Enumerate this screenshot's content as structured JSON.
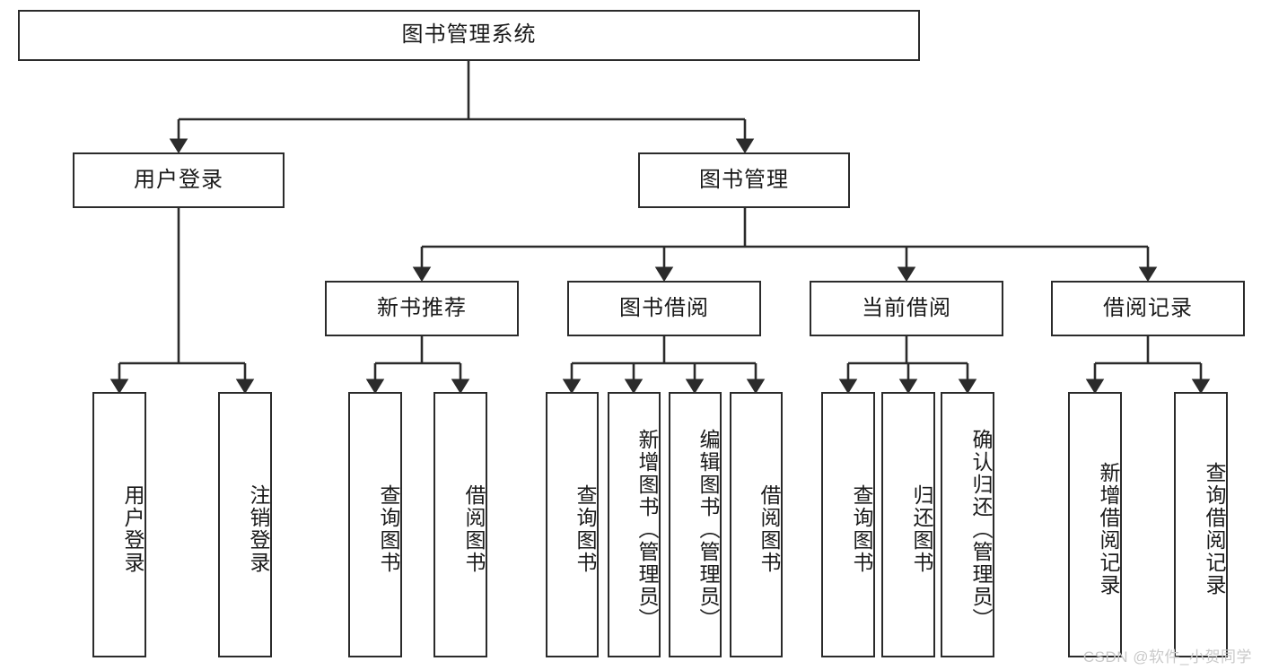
{
  "diagram": {
    "title": "图书管理系统",
    "type": "tree",
    "root": {
      "label": "图书管理系统"
    },
    "level2": [
      {
        "label": "用户登录"
      },
      {
        "label": "图书管理"
      }
    ],
    "level3": [
      {
        "label": "新书推荐",
        "parent": "图书管理"
      },
      {
        "label": "图书借阅",
        "parent": "图书管理"
      },
      {
        "label": "当前借阅",
        "parent": "图书管理"
      },
      {
        "label": "借阅记录",
        "parent": "图书管理"
      }
    ],
    "leaves": {
      "user_login": [
        {
          "label": "用户登录"
        },
        {
          "label": "注销登录"
        }
      ],
      "new_book": [
        {
          "label": "查询图书"
        },
        {
          "label": "借阅图书"
        }
      ],
      "book_borrow": [
        {
          "label": "查询图书"
        },
        {
          "label": "新增图书（管理员）"
        },
        {
          "label": "编辑图书（管理员）"
        },
        {
          "label": "借阅图书"
        }
      ],
      "current_borrow": [
        {
          "label": "查询图书"
        },
        {
          "label": "归还图书"
        },
        {
          "label": "确认归还（管理员）"
        }
      ],
      "borrow_record": [
        {
          "label": "新增借阅记录"
        },
        {
          "label": "查询借阅记录"
        }
      ]
    }
  },
  "watermark": {
    "text": "CSDN @软件_小贺同学"
  },
  "colors": {
    "stroke": "#2b2b2b",
    "background": "#ffffff",
    "text": "#1a1a1a",
    "watermark": "#c9c9c9"
  }
}
